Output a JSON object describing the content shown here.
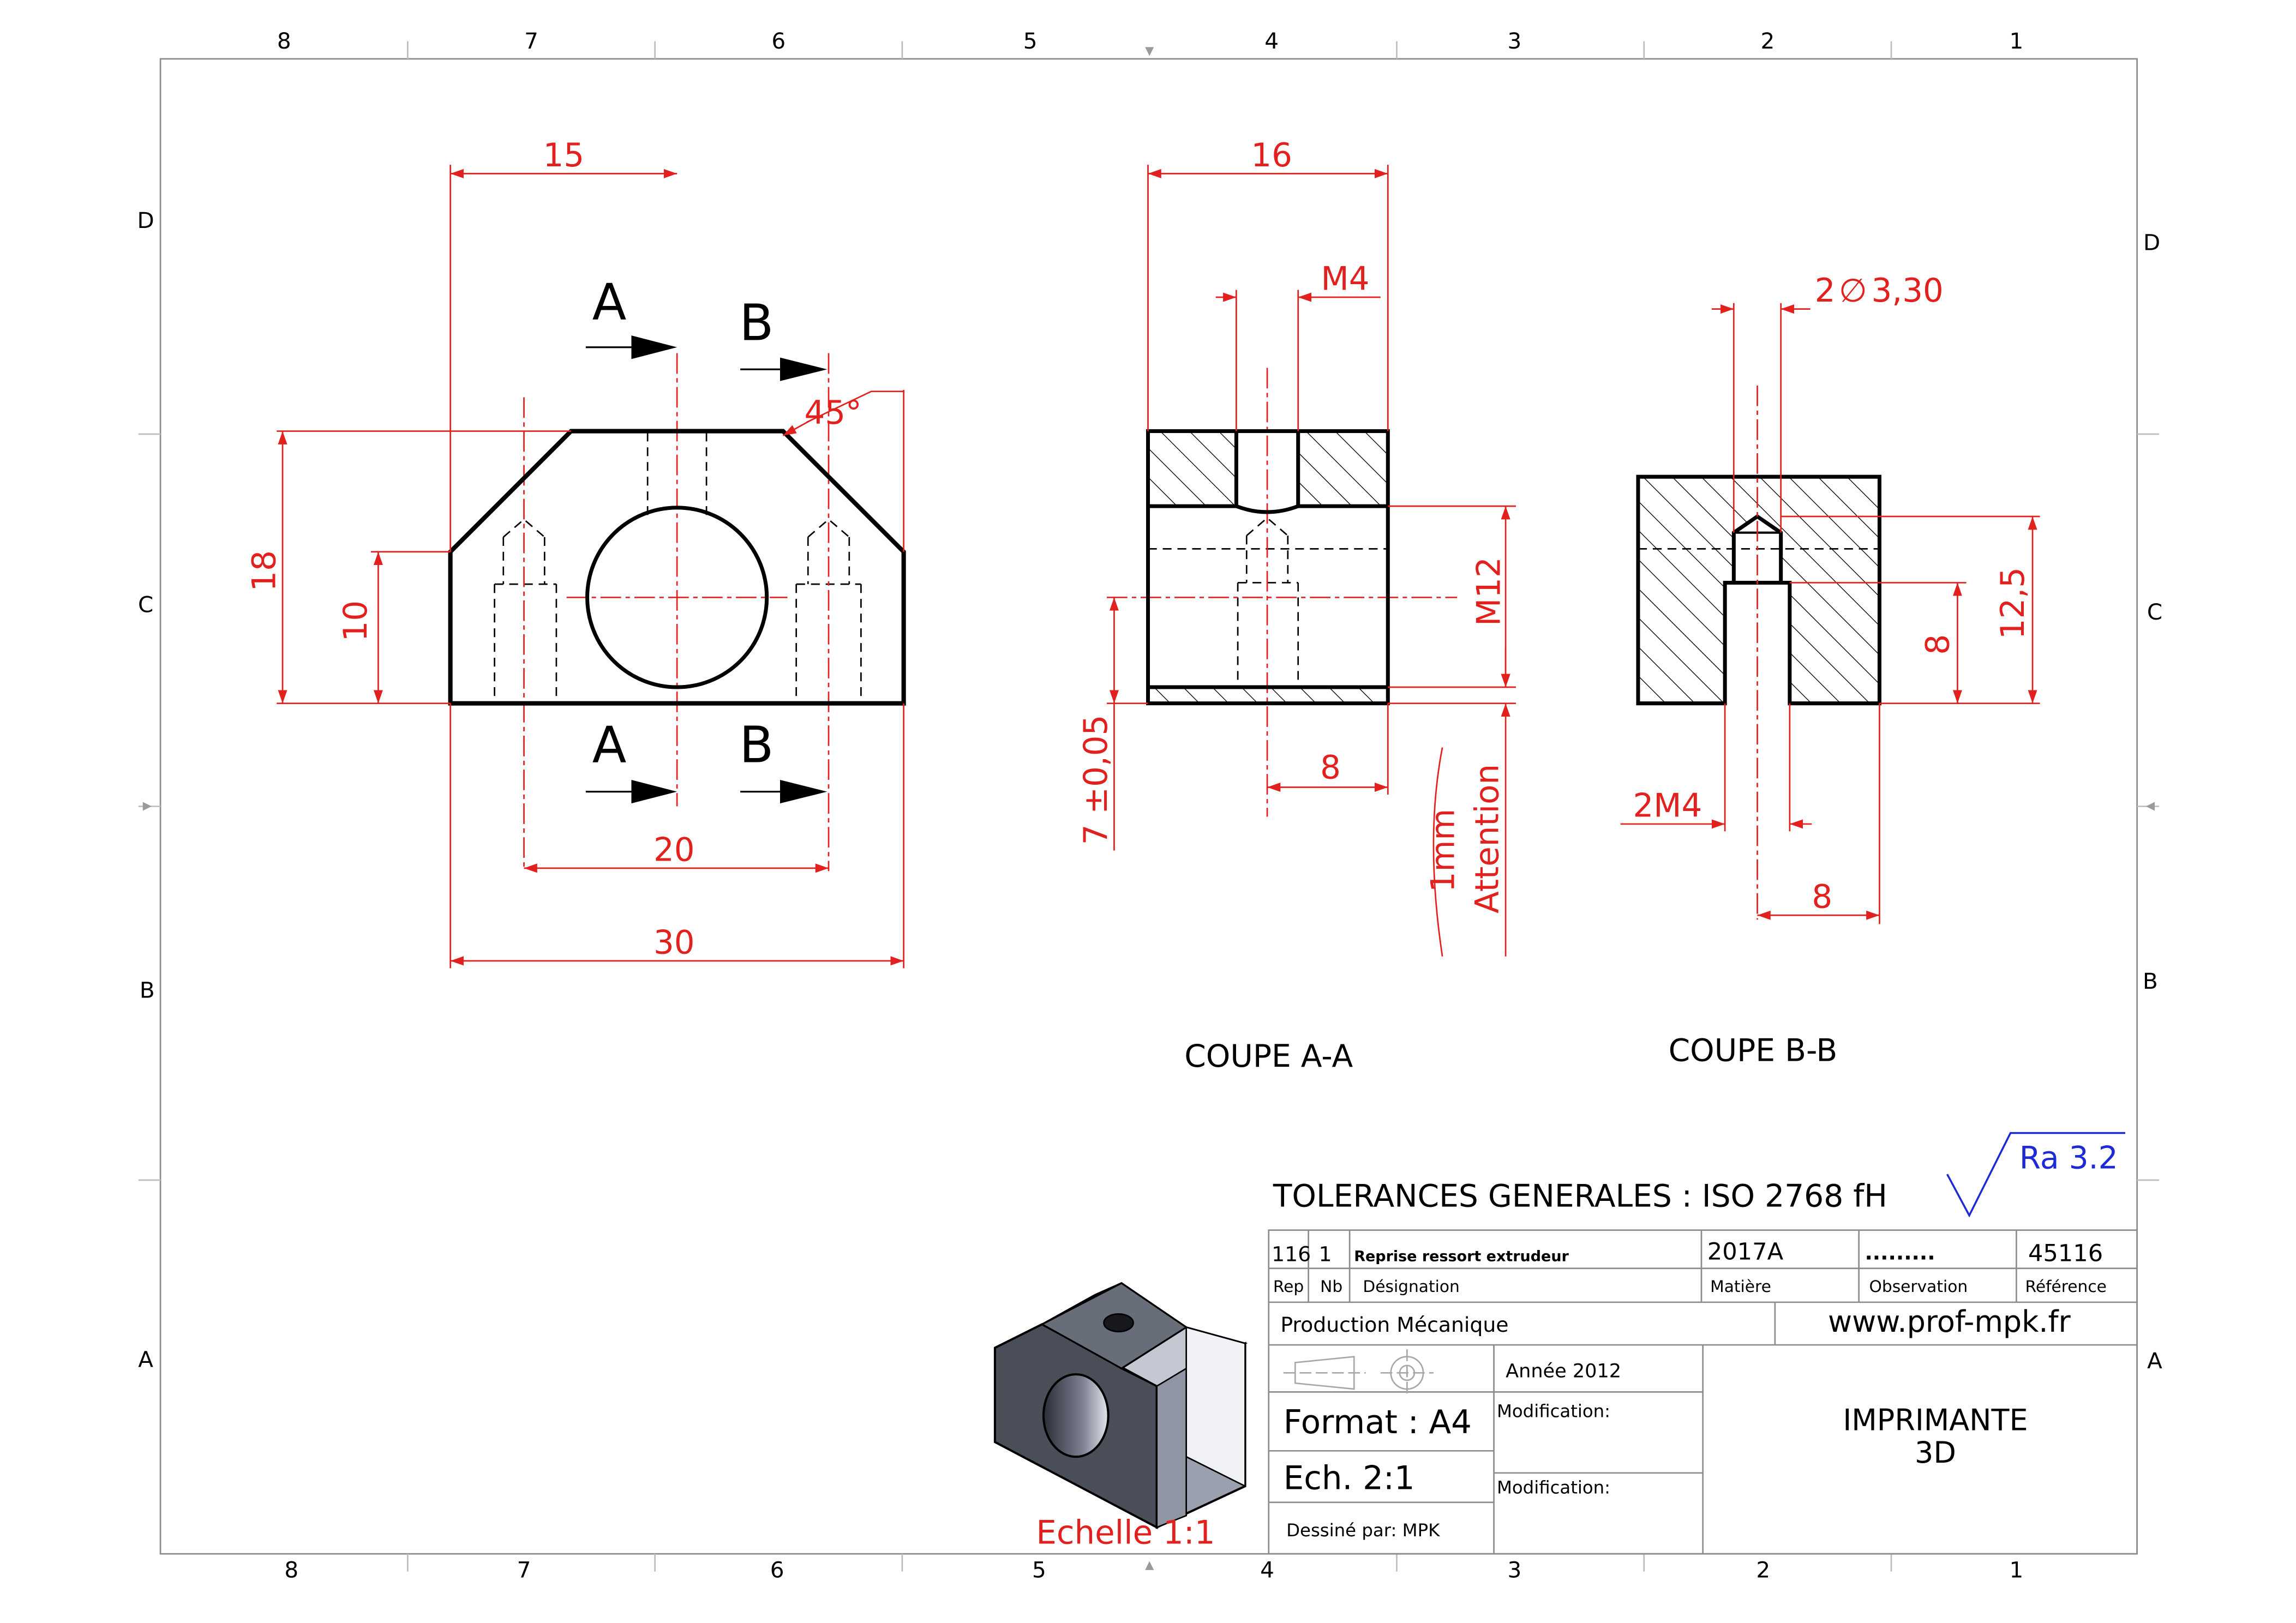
{
  "grid": {
    "top": [
      "8",
      "7",
      "6",
      "5",
      "4",
      "3",
      "2",
      "1"
    ],
    "bottom": [
      "8",
      "7",
      "6",
      "5",
      "4",
      "3",
      "2",
      "1"
    ],
    "left": [
      "D",
      "C",
      "B",
      "A"
    ],
    "right": [
      "D",
      "C",
      "B",
      "A"
    ]
  },
  "front_view": {
    "dim_top": "15",
    "dim_height": "18",
    "dim_mid": "10",
    "dim_holes": "20",
    "dim_width": "30",
    "chamfer": "45°",
    "cut_a": "A",
    "cut_b": "B"
  },
  "section_aa": {
    "dim_width": "16",
    "thread": "M4",
    "bore": "M12",
    "dim_offset": "8",
    "tolerance": "7 ±0,05",
    "note_value": "1mm",
    "note_word": "Attention",
    "title": "COUPE A-A"
  },
  "section_bb": {
    "holes": "2",
    "diameter_symbol": "∅",
    "hole_dia": "3,30",
    "thread": "2M4",
    "dim_depth": "8",
    "dim_height": "12,5",
    "dim_offset": "8",
    "title": "COUPE B-B"
  },
  "tolerances": "TOLERANCES GENERALES : ISO 2768 fH",
  "roughness": "Ra 3.2",
  "scale_note": "Echelle 1:1",
  "title_block": {
    "rep": "116",
    "nb": "1",
    "designation": "Reprise ressort extrudeur",
    "material": "2017A",
    "observation": ".........",
    "reference": "45116",
    "h_rep": "Rep",
    "h_nb": "Nb",
    "h_designation": "Désignation",
    "h_material": "Matière",
    "h_observation": "Observation",
    "h_reference": "Référence",
    "department": "Production Mécanique",
    "website": "www.prof-mpk.fr",
    "year": "Année 2012",
    "modification1": "Modification:",
    "modification2": "Modification:",
    "format": "Format : A4",
    "scale": "Ech. 2:1",
    "drawn_by": "Dessiné par: MPK",
    "title_line1": "IMPRIMANTE",
    "title_line2": "3D"
  },
  "colors": {
    "line": "#000000",
    "dimension": "#e2201e",
    "roughness": "#1d2bd6",
    "frame": "#8c8c8c"
  }
}
